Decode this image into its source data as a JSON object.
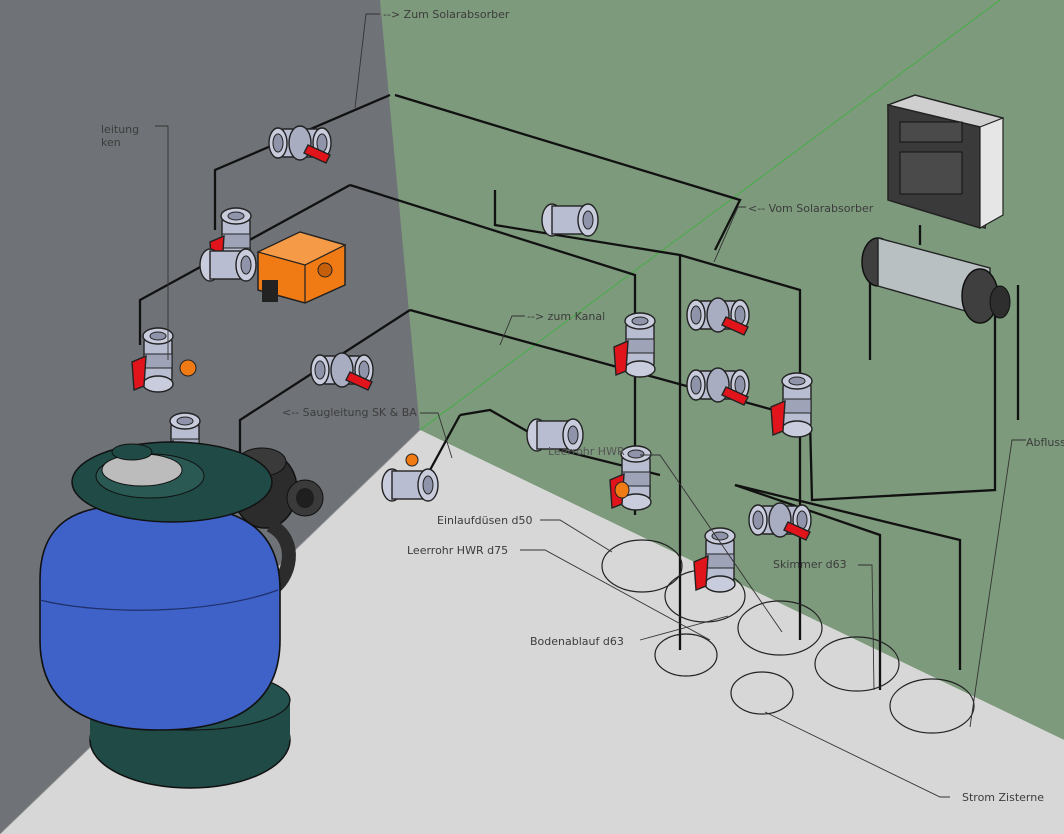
{
  "colors": {
    "left_wall": "#6f7377",
    "right_wall": "#7d9a7c",
    "floor": "#d7d7d7",
    "pipe": "#111111",
    "valve_body": "#b9bdd1",
    "valve_handle": "#e2141b",
    "actuator": "#f07a13",
    "filter_tank": "#3f62c9",
    "filter_base": "#1f4a46",
    "annotation": "#3c3c3c"
  },
  "labels": {
    "zum_solar": "--> Zum Solarabsorber",
    "vom_solar": "<-- Vom Solarabsorber",
    "zum_kanal": "--> zum Kanal",
    "saugleitung": "<-- Saugleitung SK & BA",
    "leitung_top": "leitung",
    "leitung_sub": "ken",
    "leerrohr_small": "Leerrohr HWR",
    "einlauf": "Einlaufdüsen d50",
    "leerrohr": "Leerrohr HWR d75",
    "bodenablauf": "Bodenablauf d63",
    "skimmer": "Skimmer d63",
    "abfluss": "Abfluss",
    "strom": "Strom Zisterne"
  },
  "icons": {
    "valve": "ball-valve-icon",
    "actuator": "valve-actuator-icon",
    "controller": "control-box-icon",
    "flowmeter": "flow-meter-icon",
    "filter": "sand-filter-icon",
    "pump": "pump-icon"
  }
}
